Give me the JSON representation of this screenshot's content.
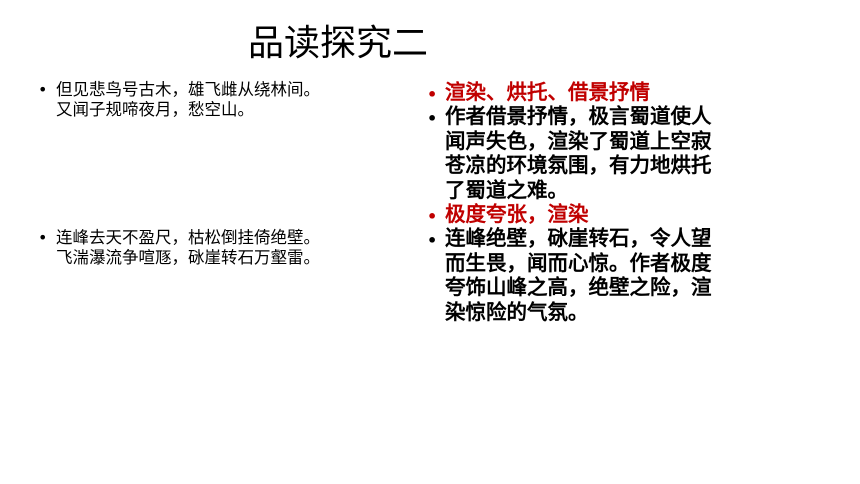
{
  "title": "品读探究二",
  "left": [
    {
      "lines": [
        "但见悲鸟号古木，雄飞雌从绕林间。",
        "又闻子规啼夜月，愁空山。"
      ]
    },
    {
      "lines": [
        "连峰去天不盈尺，枯松倒挂倚绝壁。",
        "飞湍瀑流争喧豗，砯崖转石万壑雷。"
      ]
    }
  ],
  "right": [
    {
      "lines": [
        "渲染、烘托、借景抒情"
      ]
    },
    {
      "lines": [
        "作者借景抒情，极言蜀道使人",
        "闻声失色，渲染了蜀道上空寂",
        "苍凉的环境氛围，有力地烘托",
        "了蜀道之难。"
      ]
    },
    {
      "lines": [
        "极度夸张，渲染"
      ]
    },
    {
      "lines": [
        "连峰绝壁，砯崖转石，令人望",
        "而生畏，闻而心惊。作者极度",
        "夸饰山峰之高，绝壁之险，渲",
        "染惊险的气氛。"
      ]
    }
  ],
  "bullet_char": "•",
  "colors": {
    "emphasis": "#c00000",
    "text": "#000000",
    "background": "#ffffff"
  }
}
